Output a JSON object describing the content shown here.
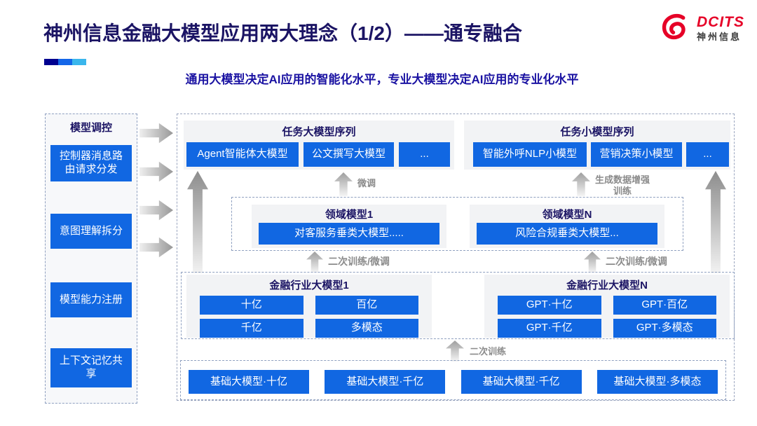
{
  "slide": {
    "title": "神州信息金融大模型应用两大理念（1/2）——通专融合",
    "subtitle": "通用大模型决定AI应用的智能化水平，专业大模型决定AI应用的专业化水平",
    "logo": {
      "brand": "DCITS",
      "brand_cn": "神州信息"
    }
  },
  "colors": {
    "box_blue": "#1167e2",
    "title_navy": "#1b1464",
    "subtitle_blue": "#1a12a2",
    "brand_red": "#e60027",
    "arrow_gray": "#9e9e9e"
  },
  "sidebar": {
    "title": "模型调控",
    "items": [
      "控制器消息路由请求分发",
      "意图理解拆分",
      "模型能力注册",
      "上下文记忆共享"
    ]
  },
  "top_panels": [
    {
      "title": "任务大模型序列",
      "boxes": [
        "Agent智能体大模型",
        "公文撰写大模型",
        "..."
      ]
    },
    {
      "title": "任务小模型序列",
      "boxes": [
        "智能外呼NLP小模型",
        "营销决策小模型",
        "..."
      ]
    }
  ],
  "domain_panels": [
    {
      "title": "领域模型1",
      "box": "对客服务垂类大模型....."
    },
    {
      "title": "领域模型N",
      "box": "风险合规垂类大模型..."
    }
  ],
  "industry_panels": [
    {
      "title": "金融行业大模型1",
      "boxes": [
        "十亿",
        "百亿",
        "千亿",
        "多模态"
      ]
    },
    {
      "title": "金融行业大模型N",
      "boxes": [
        "GPT·十亿",
        "GPT·百亿",
        "GPT·千亿",
        "GPT·多模态"
      ]
    }
  ],
  "base_models": [
    "基础大模型·十亿",
    "基础大模型·千亿",
    "基础大模型·千亿",
    "基础大模型·多模态"
  ],
  "arrow_labels": {
    "fine_tune": "微调",
    "gen_data_train": "生成数据增强训练",
    "retrain_ft_left": "二次训练/微调",
    "retrain_ft_right": "二次训练/微调",
    "retrain": "二次训练"
  }
}
